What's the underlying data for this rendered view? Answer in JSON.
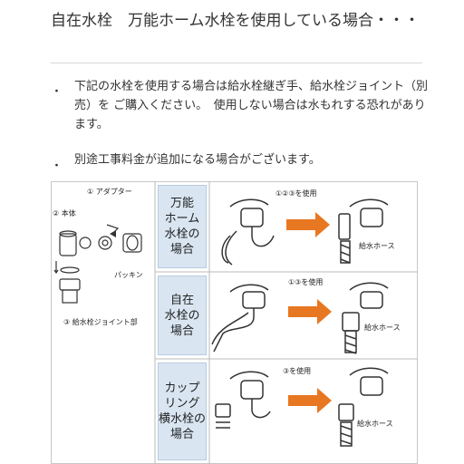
{
  "header": {
    "title": "自在水栓　万能ホーム水栓を使用している場合・・・"
  },
  "notes": [
    {
      "bullet": "・",
      "text": "下記の水栓を使用する場合は給水栓継ぎ手、給水栓ジョイント（別売）を ご購入ください。　使用しない場合は水もれする恐れがあります。"
    },
    {
      "bullet": "・",
      "text": "別途工事料金が追加になる場合がございます。"
    }
  ],
  "figure": {
    "parts": {
      "adapter": "① アダプター",
      "body": "② 本体",
      "packing": "パッキン",
      "joint": "③ 給水栓ジョイント部"
    },
    "rows": [
      {
        "label": "万能\nホーム\n水栓の\n場合",
        "use": "①②③を使用",
        "hose": "給水ホース"
      },
      {
        "label": "自在\n水栓の\n場合",
        "use": "①③を使用",
        "hose": "給水ホース"
      },
      {
        "label": "カップ\nリング\n横水栓の\n場合",
        "use": "③を使用",
        "hose": "給水ホース"
      }
    ],
    "colors": {
      "label_bg": "#d9e6f2",
      "arrow": "#e87722"
    }
  }
}
